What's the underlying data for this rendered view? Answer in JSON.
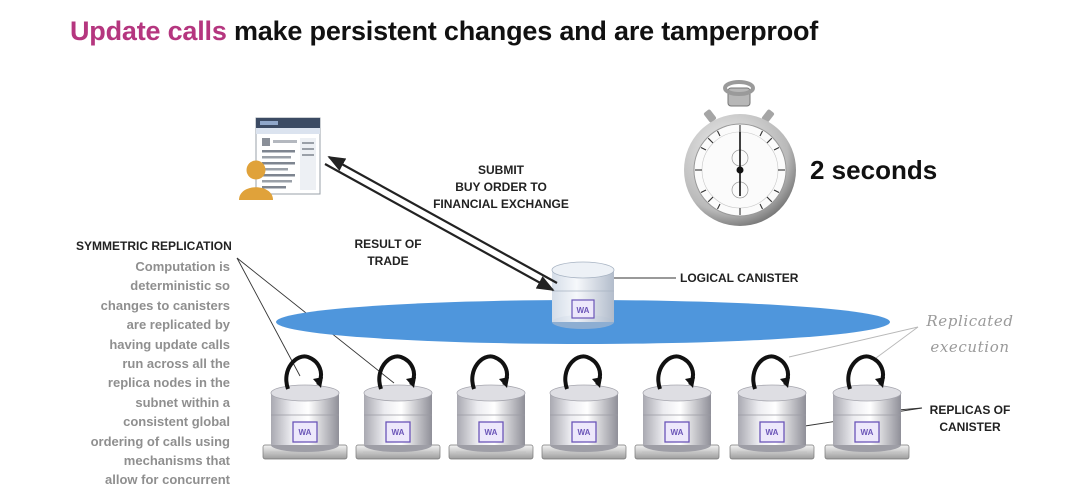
{
  "title": {
    "highlight": "Update calls",
    "rest": " make persistent changes and are tamperproof"
  },
  "colors": {
    "highlight": "#b5367f",
    "subnet_disc": "#4f96dc",
    "canister_badge": "#6b55b8",
    "explanation_text": "#8f8f8f",
    "person": "#e0a23a"
  },
  "stopwatch": {
    "label": "2 seconds",
    "icon": "stopwatch-icon"
  },
  "browser": {
    "icon": "browser-window-icon",
    "user_icon": "user-icon"
  },
  "arrows": {
    "submit": [
      "SUBMIT",
      "BUY ORDER TO",
      "FINANCIAL EXCHANGE"
    ],
    "result": [
      "RESULT OF",
      "TRADE"
    ]
  },
  "logical_canister": {
    "label": "LOGICAL CANISTER",
    "badge": "WA"
  },
  "symmetric_replication": {
    "title": "SYMMETRIC REPLICATION",
    "text": [
      "Computation is",
      "deterministic so",
      "changes to canisters",
      "are replicated by",
      "having update calls",
      "run across all the",
      "replica nodes in the",
      "subnet within a",
      "consistent global",
      "ordering of calls using",
      "mechanisms that",
      "allow for concurrent"
    ]
  },
  "replicated_execution": [
    "Replicated",
    "execution"
  ],
  "replicas": {
    "label": [
      "REPLICAS OF",
      "CANISTER"
    ],
    "badges": [
      "WA",
      "WA",
      "WA",
      "WA",
      "WA",
      "WA",
      "WA"
    ]
  }
}
